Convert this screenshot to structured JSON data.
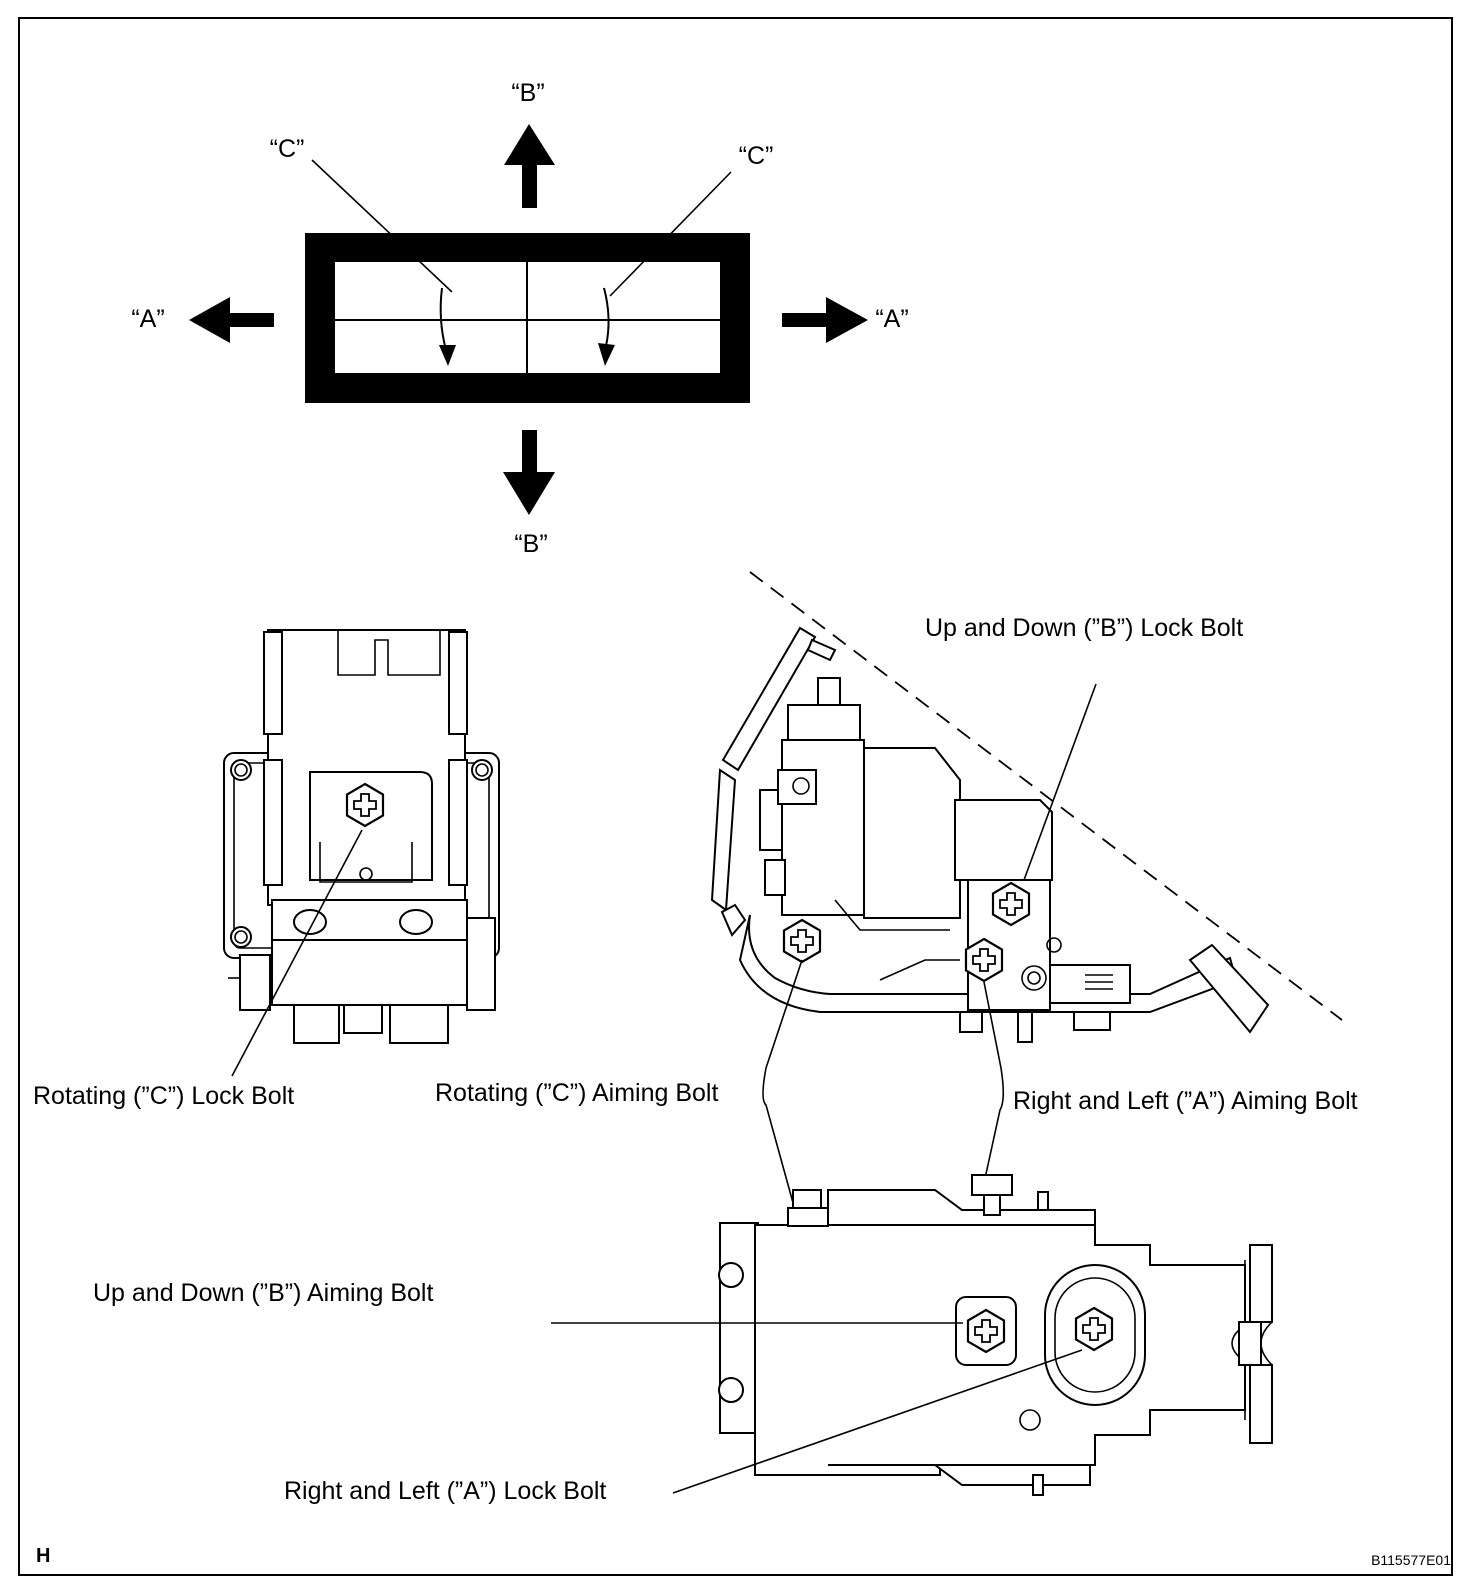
{
  "labels": {
    "b_top": "“B”",
    "b_bottom": "“B”",
    "a_left": "“A”",
    "a_right": "“A”",
    "c_left": "“C”",
    "c_right": "“C”",
    "up_down_lock_bolt": "Up and Down (”B”) Lock Bolt",
    "rotating_lock_bolt": "Rotating (”C”) Lock Bolt",
    "rotating_aiming_bolt": "Rotating (”C”) Aiming Bolt",
    "right_left_aiming_bolt": "Right and Left (”A”) Aiming Bolt",
    "up_down_aiming_bolt": "Up and Down (”B”) Aiming Bolt",
    "right_left_lock_bolt": "Right and Left (”A”) Lock Bolt",
    "corner_letter": "H",
    "figure_code": "B115577E01"
  },
  "icons": [
    "arrow-up-icon",
    "arrow-down-icon",
    "arrow-left-icon",
    "arrow-right-icon",
    "rotation-arrow-icon",
    "hex-bolt-icon"
  ],
  "colors": {
    "ink": "#000000",
    "paper": "#ffffff"
  }
}
